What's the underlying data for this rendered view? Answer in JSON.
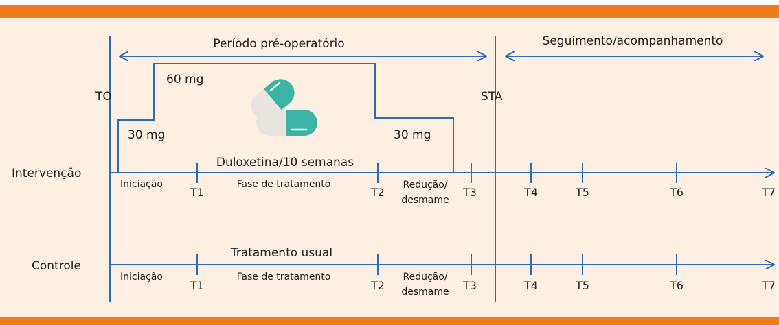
{
  "header": {
    "periodo": "Período pré-operatório",
    "seguimento": "Seguimento/acompanhamento"
  },
  "markers": {
    "to": "TO",
    "sta": "STA"
  },
  "doses": {
    "d60": "60 mg",
    "d30_left": "30 mg",
    "d30_right": "30 mg"
  },
  "rows": {
    "intervencao": {
      "label": "Intervenção",
      "drug": "Duloxetina/10 semanas",
      "phases": [
        "Iniciação",
        "Fase de tratamento",
        "Redução/",
        "desmame"
      ],
      "times": [
        "T1",
        "T2",
        "T3",
        "T4",
        "T5",
        "T6",
        "T7"
      ]
    },
    "controle": {
      "label": "Controle",
      "treatment": "Tratamento usual",
      "phases": [
        "Iniciação",
        "Fase de tratamento",
        "Redução/",
        "desmame"
      ],
      "times": [
        "T1",
        "T2",
        "T3",
        "T4",
        "T5",
        "T6",
        "T7"
      ]
    }
  },
  "colors": {
    "line": "#2f6db3",
    "accent": "#ef7d1a",
    "background": "#fdefe2",
    "pill_teal": "#3cb4a4",
    "pill_light": "#e8e4e0"
  },
  "icon": "pills-icon"
}
